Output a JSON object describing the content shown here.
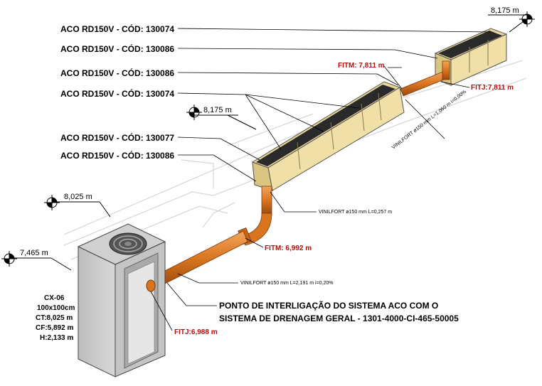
{
  "channel_labels": [
    "ACO RD150V - CÓD: 130074",
    "ACO RD150V - CÓD: 130086",
    "ACO RD150V - CÓD: 130086",
    "ACO RD150V - CÓD: 130074",
    "ACO RD150V - CÓD: 130077",
    "ACO RD150V - CÓD: 130086"
  ],
  "elevation_markers": [
    "8,175 m",
    "8,175 m",
    "8,025 m",
    "7,465 m"
  ],
  "fitm_labels": [
    "FITM: 7,811 m",
    "FITM: 6,992 m"
  ],
  "fitj_labels": [
    "FITJ:7,811 m",
    "FITJ:6,988 m"
  ],
  "pipe_labels": [
    "VINILFORT ø150 mm L=1,060 m  i=0,00%",
    "VINILFORT ø150 mm L=0,257 m",
    "VINILFORT ø150 mm L=2,191 m  i=0,20%"
  ],
  "box_info": [
    "CX-06",
    "100x100cm",
    "CT:8,025 m",
    "CF:5,892 m",
    "H:2,133 m"
  ],
  "connection_note": [
    "PONTO DE INTERLIGAÇÃO DO SISTEMA ACO COM O",
    "SISTEMA DE DRENAGEM GERAL - 1301-4000-CI-465-50005"
  ],
  "colors": {
    "pipe": "#d9751f",
    "channel_body": "#f0dfa6",
    "grate": "#2a2a2a",
    "concrete": "#c9c9c9",
    "annotation_red": "#b01010"
  },
  "icons": [
    "elevation-marker-icon",
    "inspection-box-icon",
    "drain-channel-icon",
    "pipe-icon"
  ]
}
